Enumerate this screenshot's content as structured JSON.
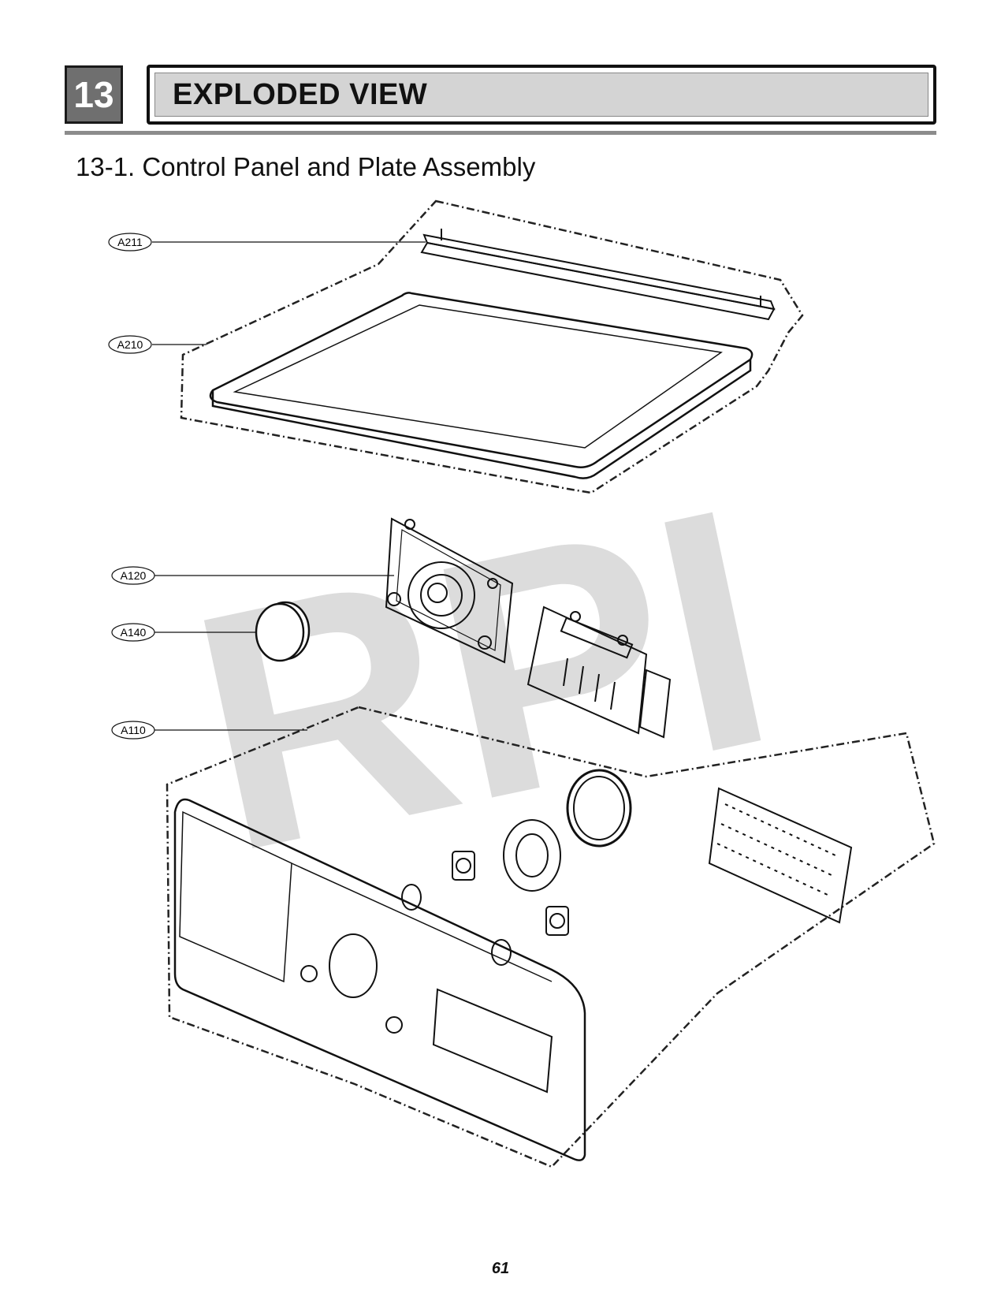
{
  "header": {
    "section_number": "13",
    "section_title": "EXPLODED VIEW",
    "subsection_title": "13-1. Control Panel and Plate Assembly"
  },
  "callouts": [
    {
      "id": "A211"
    },
    {
      "id": "A210"
    },
    {
      "id": "A120"
    },
    {
      "id": "A140"
    },
    {
      "id": "A110"
    }
  ],
  "watermark": "RPI",
  "page_number": "61"
}
